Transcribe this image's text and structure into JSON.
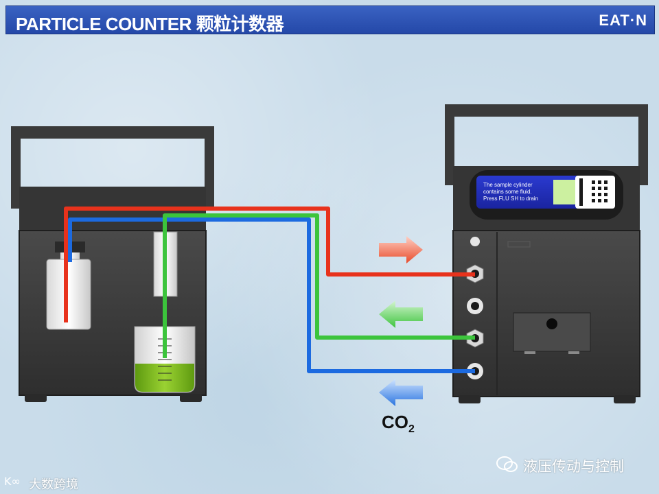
{
  "header": {
    "title": "PARTICLE COUNTER  颗粒计数器",
    "logo": "EAT·N"
  },
  "screen": {
    "line1": "The sample cylinder",
    "line2": "contains some fluid.",
    "line3": "Press FLU SH to drain"
  },
  "label_co2": {
    "main": "CO",
    "sub": "2"
  },
  "watermark": {
    "right": "液压传动与控制",
    "left": "大数跨境",
    "left_mark": "K∞"
  },
  "colors": {
    "header_bg": "#2a4fb0",
    "line_red": "#e8321c",
    "line_green": "#3cc43c",
    "line_blue": "#1c6ae0",
    "device": "#3c3c3c",
    "fluid": "#7ab81e"
  }
}
